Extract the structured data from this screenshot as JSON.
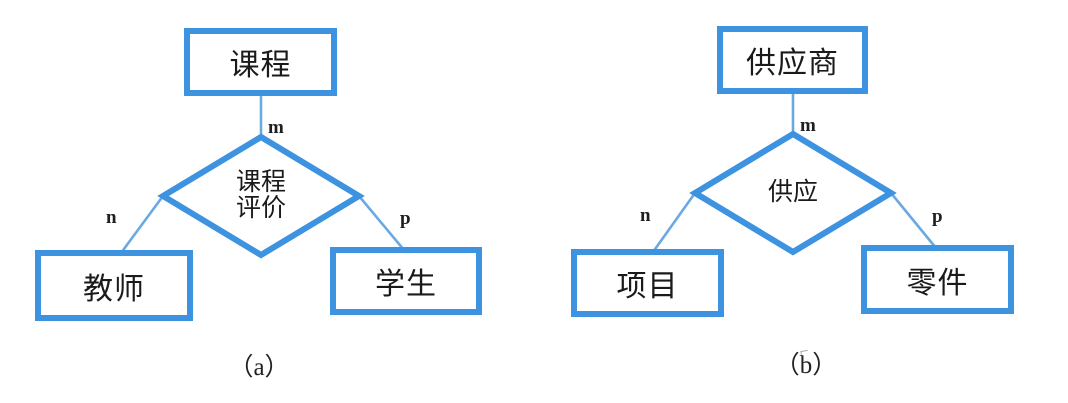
{
  "figure": {
    "type": "er-diagram-pair",
    "background_color": "#ffffff",
    "border_color": "#3d93e0",
    "thin_line_color": "#6aa9e3",
    "text_color": "#1a1a1a"
  },
  "diagrams": [
    {
      "id": "a",
      "caption": "（a）",
      "entities": [
        {
          "id": "course",
          "label": "课程",
          "role": "top"
        },
        {
          "id": "teacher",
          "label": "教师",
          "role": "bottom-left"
        },
        {
          "id": "student",
          "label": "学生",
          "role": "bottom-right"
        }
      ],
      "relationship": {
        "id": "course-eval",
        "label_line1": "课程",
        "label_line2": "评价"
      },
      "cardinalities": [
        {
          "id": "m",
          "text": "m",
          "from": "course",
          "to": "course-eval"
        },
        {
          "id": "n",
          "text": "n",
          "from": "teacher",
          "to": "course-eval"
        },
        {
          "id": "p",
          "text": "p",
          "from": "student",
          "to": "course-eval"
        }
      ]
    },
    {
      "id": "b",
      "caption": "（b）",
      "entities": [
        {
          "id": "supplier",
          "label": "供应商",
          "role": "top"
        },
        {
          "id": "project",
          "label": "项目",
          "role": "bottom-left"
        },
        {
          "id": "part",
          "label": "零件",
          "role": "bottom-right"
        }
      ],
      "relationship": {
        "id": "supply",
        "label_line1": "供应",
        "label_line2": ""
      },
      "cardinalities": [
        {
          "id": "m",
          "text": "m",
          "from": "supplier",
          "to": "supply"
        },
        {
          "id": "n",
          "text": "n",
          "from": "project",
          "to": "supply"
        },
        {
          "id": "p",
          "text": "p",
          "from": "part",
          "to": "supply"
        }
      ],
      "artifact_mark": "⌐"
    }
  ]
}
